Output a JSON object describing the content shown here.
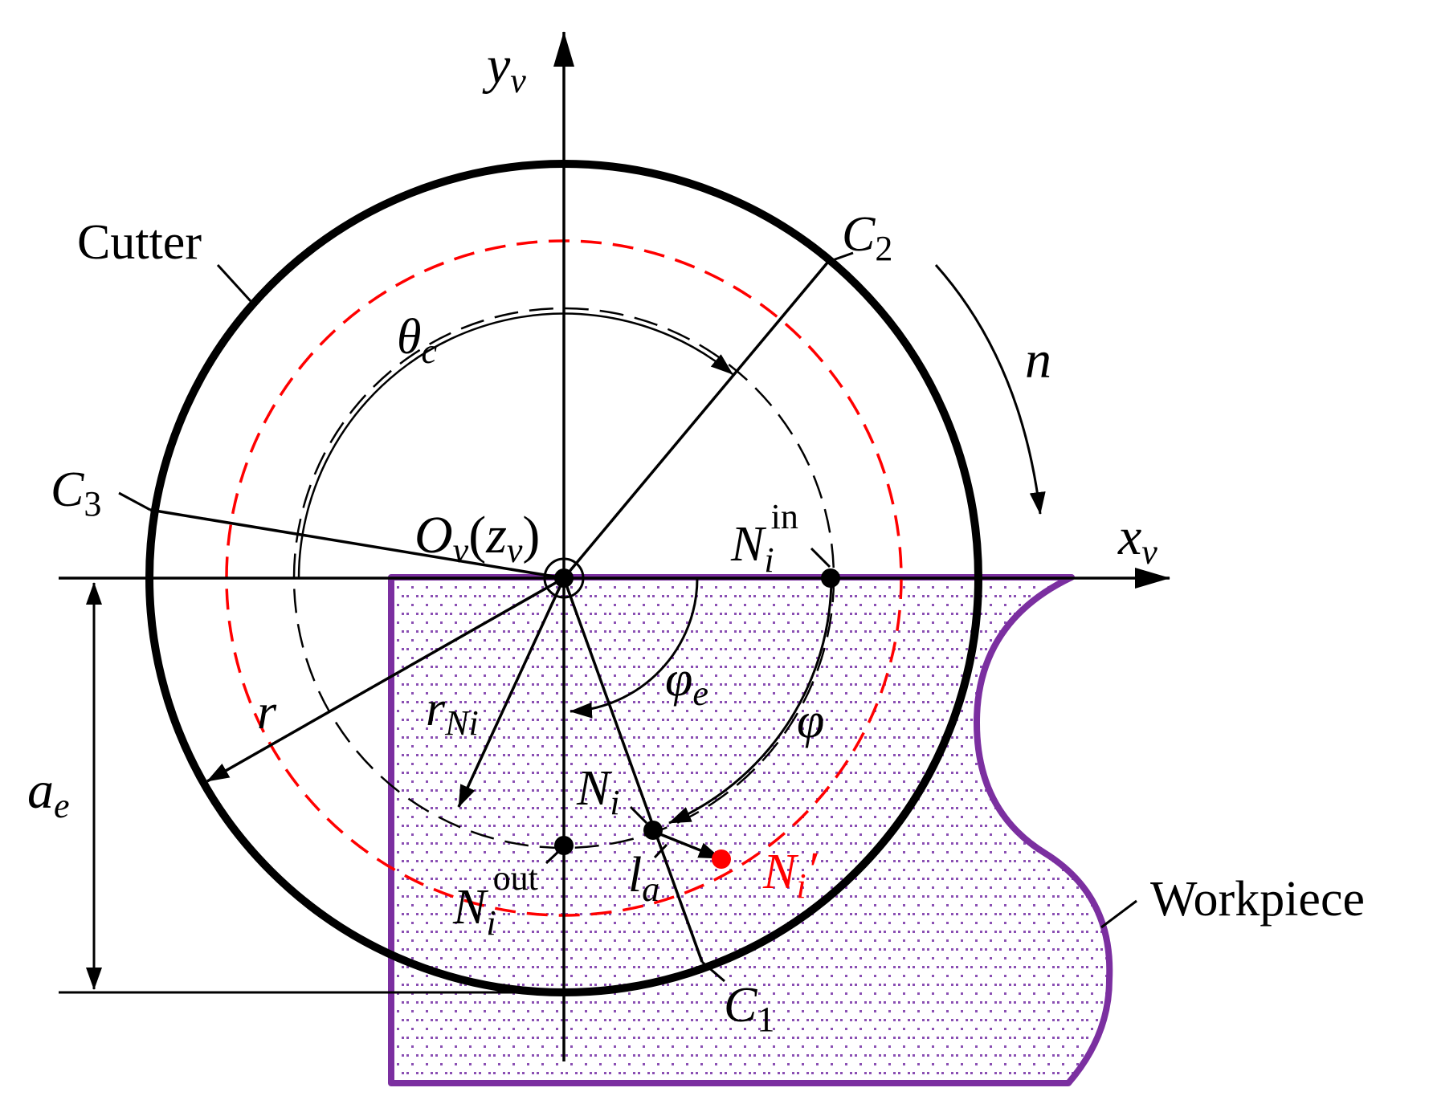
{
  "diagram": {
    "labels": {
      "cutter": "Cutter",
      "workpiece": "Workpiece",
      "yv_main": "y",
      "yv_sub": "v",
      "xv_main": "x",
      "xv_sub": "v",
      "c1_main": "C",
      "c1_sub": "1",
      "c2_main": "C",
      "c2_sub": "2",
      "c3_main": "C",
      "c3_sub": "3",
      "theta_main": "θ",
      "theta_sub": "c",
      "n": "n",
      "origin_O": "O",
      "origin_Osub": "v",
      "origin_paren_open": "(",
      "origin_z": "z",
      "origin_zsub": "v",
      "origin_paren_close": ")",
      "nin_main": "N",
      "nin_sub": "i",
      "nin_sup": "in",
      "phie_main": "φ",
      "phie_sub": "e",
      "phi": "φ",
      "r": "r",
      "rni_main": "r",
      "rni_sub": "Ni",
      "ae_main": "a",
      "ae_sub": "e",
      "ni_main": "N",
      "ni_sub": "i",
      "nout_main": "N",
      "nout_sub": "i",
      "nout_sup": "out",
      "la_main": "l",
      "la_sub": "a",
      "niprime_main": "N",
      "niprime_sub": "i",
      "niprime_mark": "′"
    },
    "colors": {
      "ink": "#000000",
      "red": "#ff0000",
      "purple": "#7b2fa0",
      "dots": "#8a4fb3"
    }
  }
}
